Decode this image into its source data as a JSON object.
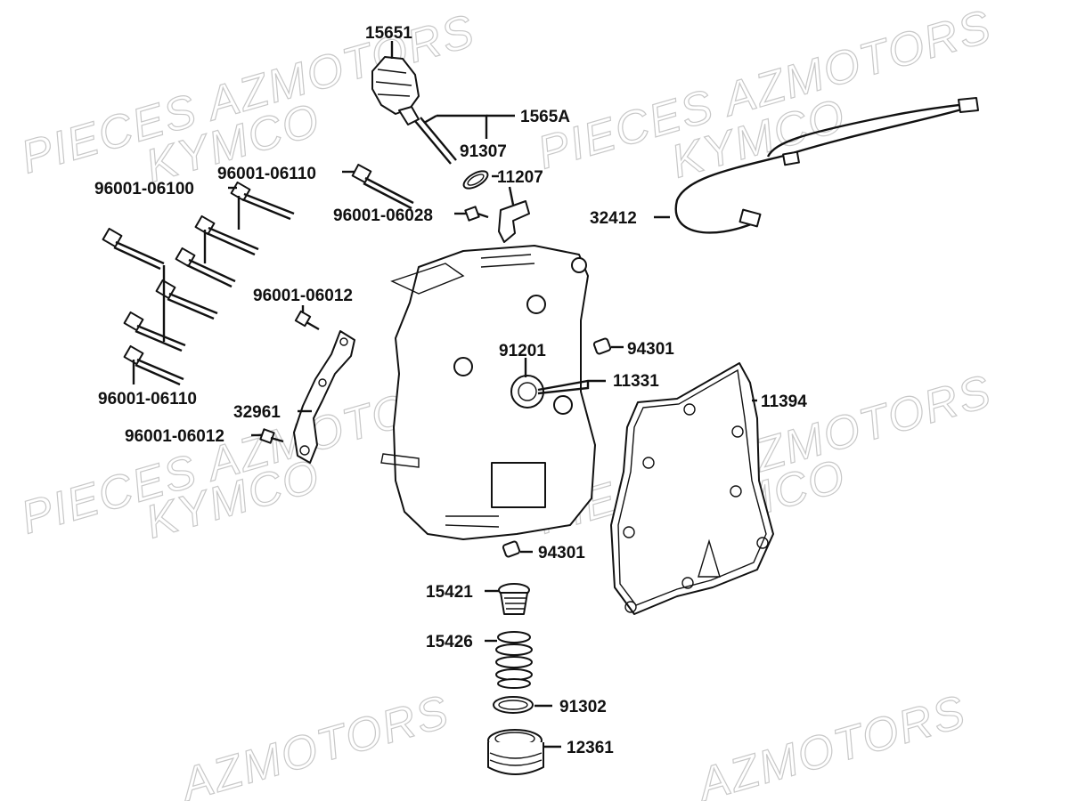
{
  "watermark": {
    "line1": "PIECES AZMOTORS",
    "line2": "KYMCO",
    "line3": "AZMOTORS"
  },
  "labels": {
    "p15651": "15651",
    "p1565A": "1565A",
    "p91307": "91307",
    "p11207": "11207",
    "p96001_06110_top": "96001-06110",
    "p96001_06100": "96001-06100",
    "p96001_06028": "96001-06028",
    "p32412": "32412",
    "p96001_06012_top": "96001-06012",
    "p94301_top": "94301",
    "p91201": "91201",
    "p11331": "11331",
    "p11394": "11394",
    "p96001_06110_bottom": "96001-06110",
    "p32961": "32961",
    "p96001_06012_bottom": "96001-06012",
    "p94301_bottom": "94301",
    "p15421": "15421",
    "p15426": "15426",
    "p91302": "91302",
    "p12361": "12361"
  }
}
